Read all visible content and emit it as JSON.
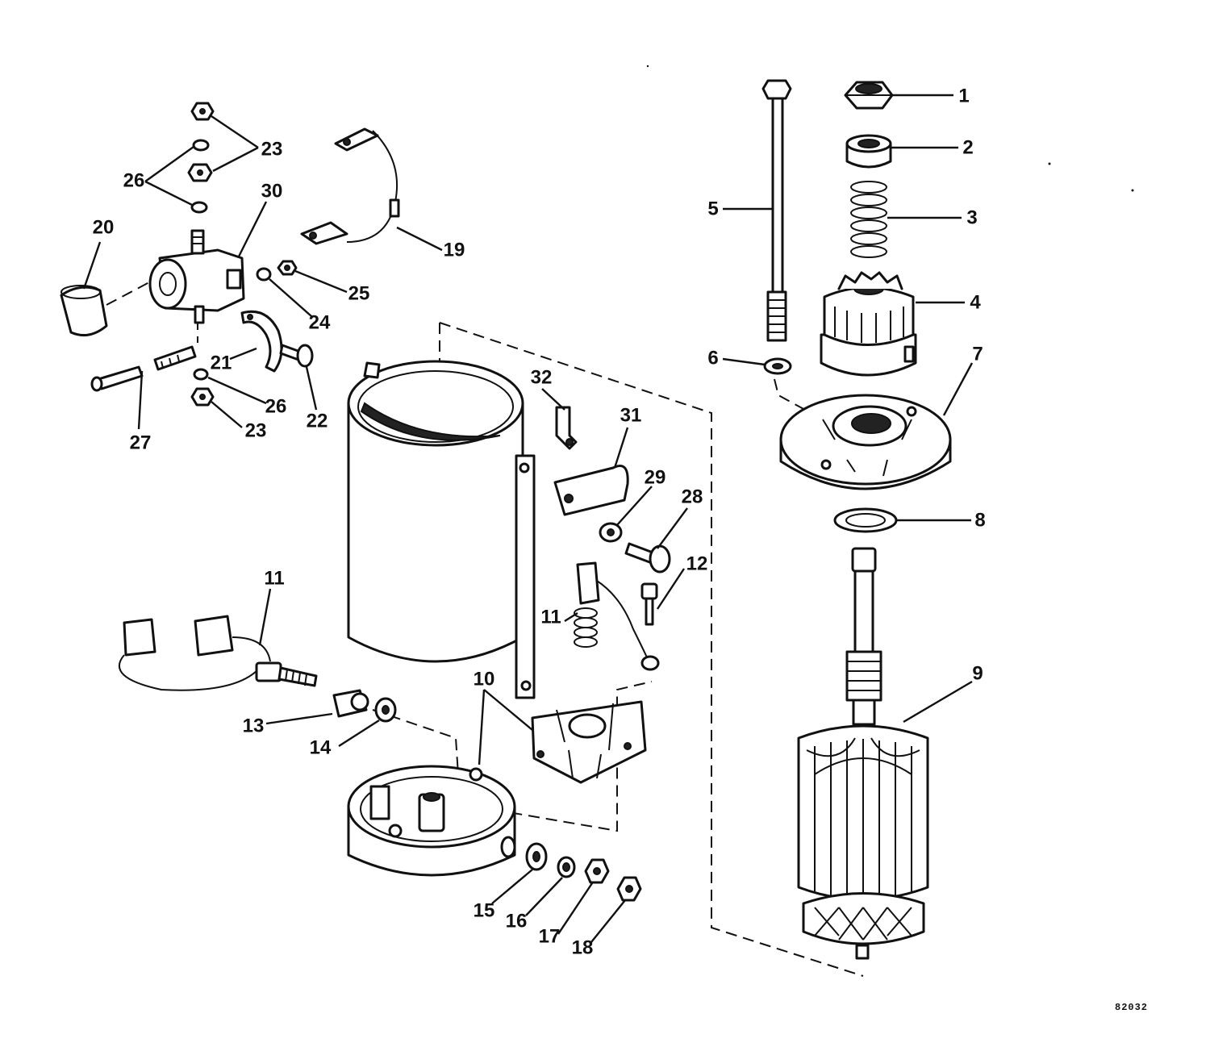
{
  "figure_number": "82032",
  "callouts": [
    {
      "id": "c1",
      "label": "1"
    },
    {
      "id": "c2",
      "label": "2"
    },
    {
      "id": "c3",
      "label": "3"
    },
    {
      "id": "c4",
      "label": "4"
    },
    {
      "id": "c5",
      "label": "5"
    },
    {
      "id": "c6",
      "label": "6"
    },
    {
      "id": "c7",
      "label": "7"
    },
    {
      "id": "c8",
      "label": "8"
    },
    {
      "id": "c9",
      "label": "9"
    },
    {
      "id": "c10",
      "label": "10"
    },
    {
      "id": "c11a",
      "label": "11"
    },
    {
      "id": "c11b",
      "label": "11"
    },
    {
      "id": "c12",
      "label": "12"
    },
    {
      "id": "c13",
      "label": "13"
    },
    {
      "id": "c14",
      "label": "14"
    },
    {
      "id": "c15",
      "label": "15"
    },
    {
      "id": "c16",
      "label": "16"
    },
    {
      "id": "c17",
      "label": "17"
    },
    {
      "id": "c18",
      "label": "18"
    },
    {
      "id": "c19",
      "label": "19"
    },
    {
      "id": "c20",
      "label": "20"
    },
    {
      "id": "c21",
      "label": "21"
    },
    {
      "id": "c22",
      "label": "22"
    },
    {
      "id": "c23a",
      "label": "23"
    },
    {
      "id": "c23b",
      "label": "23"
    },
    {
      "id": "c24",
      "label": "24"
    },
    {
      "id": "c25",
      "label": "25"
    },
    {
      "id": "c26a",
      "label": "26"
    },
    {
      "id": "c26b",
      "label": "26"
    },
    {
      "id": "c27",
      "label": "27"
    },
    {
      "id": "c28",
      "label": "28"
    },
    {
      "id": "c29",
      "label": "29"
    },
    {
      "id": "c30",
      "label": "30"
    },
    {
      "id": "c31",
      "label": "31"
    },
    {
      "id": "c32",
      "label": "32"
    }
  ]
}
